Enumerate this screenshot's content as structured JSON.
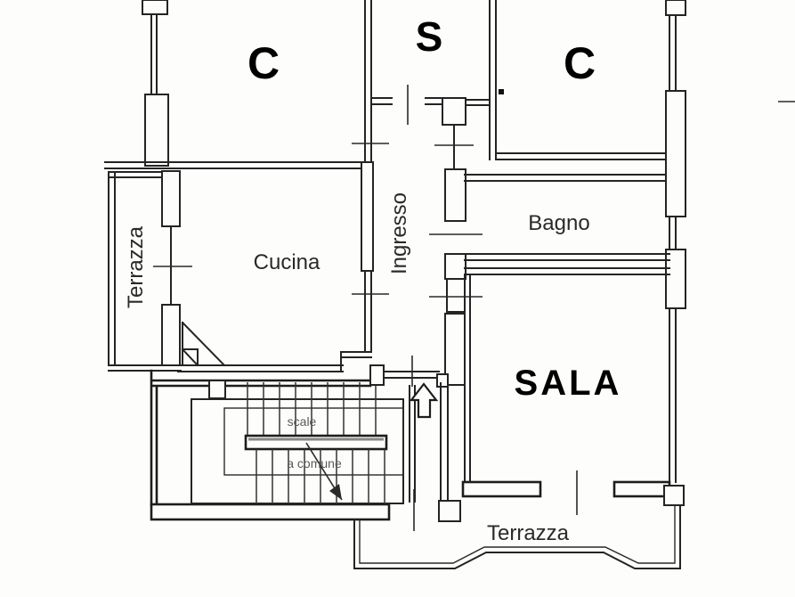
{
  "plan": {
    "type": "apartment-floor-plan",
    "colors": {
      "wall": "#242424",
      "label": "#2a2a2a",
      "muted_label": "#5a5a5a",
      "background": "#fdfdfb"
    },
    "rooms": {
      "upper_left": "C",
      "upper_middle": "S",
      "upper_right": "C",
      "terrace_left": "Terrazza",
      "kitchen": "Cucina",
      "hall": "Ingresso",
      "bathroom": "Bagno",
      "living": "SALA",
      "stairs": "scale",
      "stairs_note": "a comune",
      "terrace_bottom": "Terrazza"
    }
  }
}
